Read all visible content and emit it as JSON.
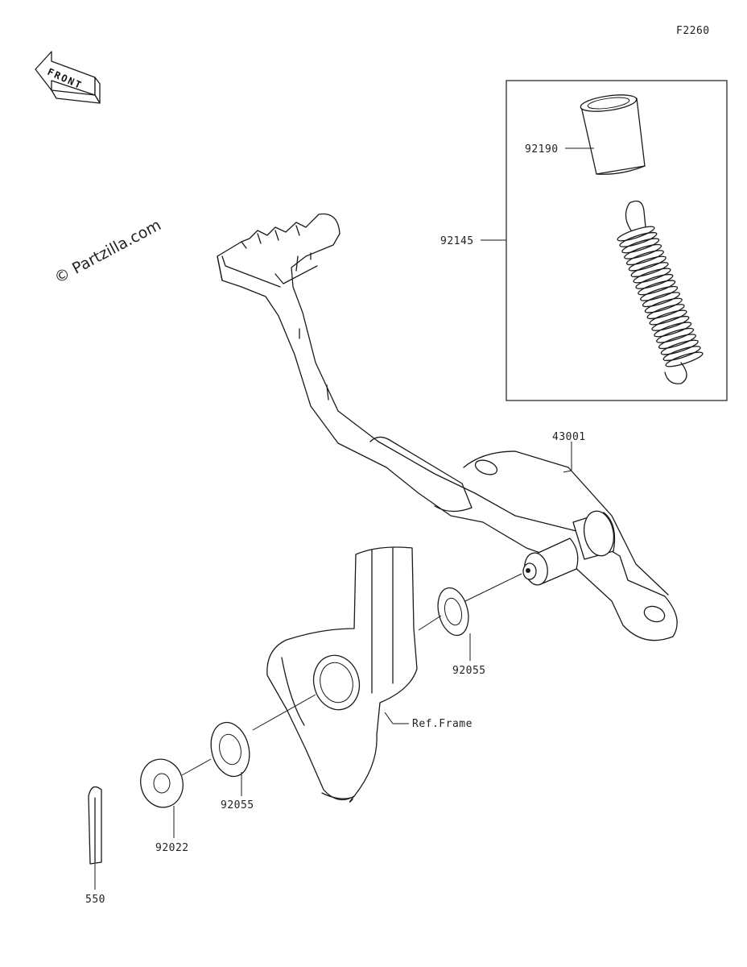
{
  "figure_code": "F2260",
  "front_label": "FRONT",
  "watermark": "© Partzilla.com",
  "callouts": {
    "bushing": "92190",
    "spring_kit": "92145",
    "pedal": "43001",
    "washer_right": "92055",
    "ref_frame": "Ref.Frame",
    "washer_left": "92055",
    "plain_washer": "92022",
    "cotter_pin": "550"
  }
}
